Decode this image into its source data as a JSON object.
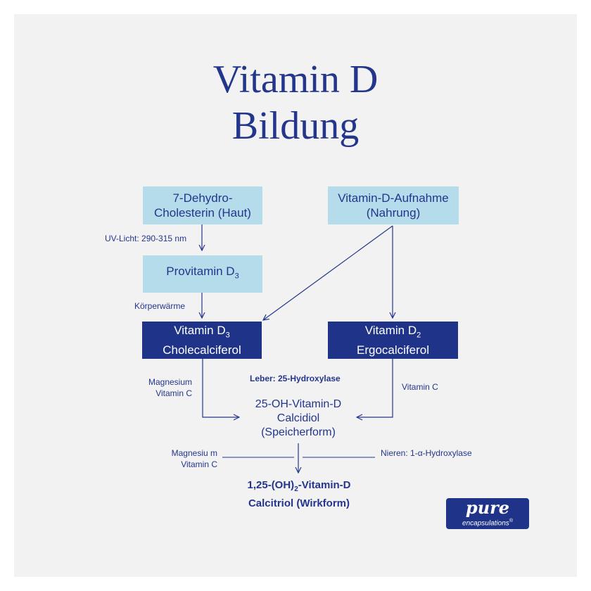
{
  "title": {
    "line1": "Vitamin D",
    "line2": "Bildung"
  },
  "boxes": {
    "dehydro": {
      "line1": "7-Dehydro-",
      "line2": "Cholesterin (Haut)"
    },
    "aufnahme": {
      "line1": "Vitamin-D-Aufnahme",
      "line2": "(Nahrung)"
    },
    "provitamin": {
      "text": "Provitamin D",
      "sub": "3"
    },
    "d3": {
      "line1": "Vitamin D",
      "sub": "3",
      "line2": "Cholecalciferol"
    },
    "d2": {
      "line1": "Vitamin D",
      "sub": "2",
      "line2": "Ergocalciferol"
    }
  },
  "labels": {
    "uv": "UV-Licht: 290-315 nm",
    "koerper": "Körperwärme",
    "mag1": "Magnesium",
    "vitc1": "Vitamin C",
    "leber": "Leber: 25-Hydroxylase",
    "vitc2": "Vitamin  C",
    "mag2": "Magnesiu m",
    "vitc3": "Vitamin  C",
    "nieren": "Nieren: 1-α-Hydroxylase"
  },
  "calcidiol": {
    "line1": "25-OH-Vitamin-D",
    "line2": "Calcidiol",
    "line3": "(Speicherform)"
  },
  "calcitriol": {
    "line1a": "1,25-(OH)",
    "sub": "2",
    "line1b": "-Vitamin-D",
    "line2": "Calcitriol (Wirkform)"
  },
  "logo": {
    "main": "pure",
    "sub": "encapsulations",
    "mark": "®"
  },
  "colors": {
    "dark_blue": "#1f3488",
    "light_blue": "#b5dcea",
    "text": "#23368c",
    "background": "#f2f2f2"
  }
}
